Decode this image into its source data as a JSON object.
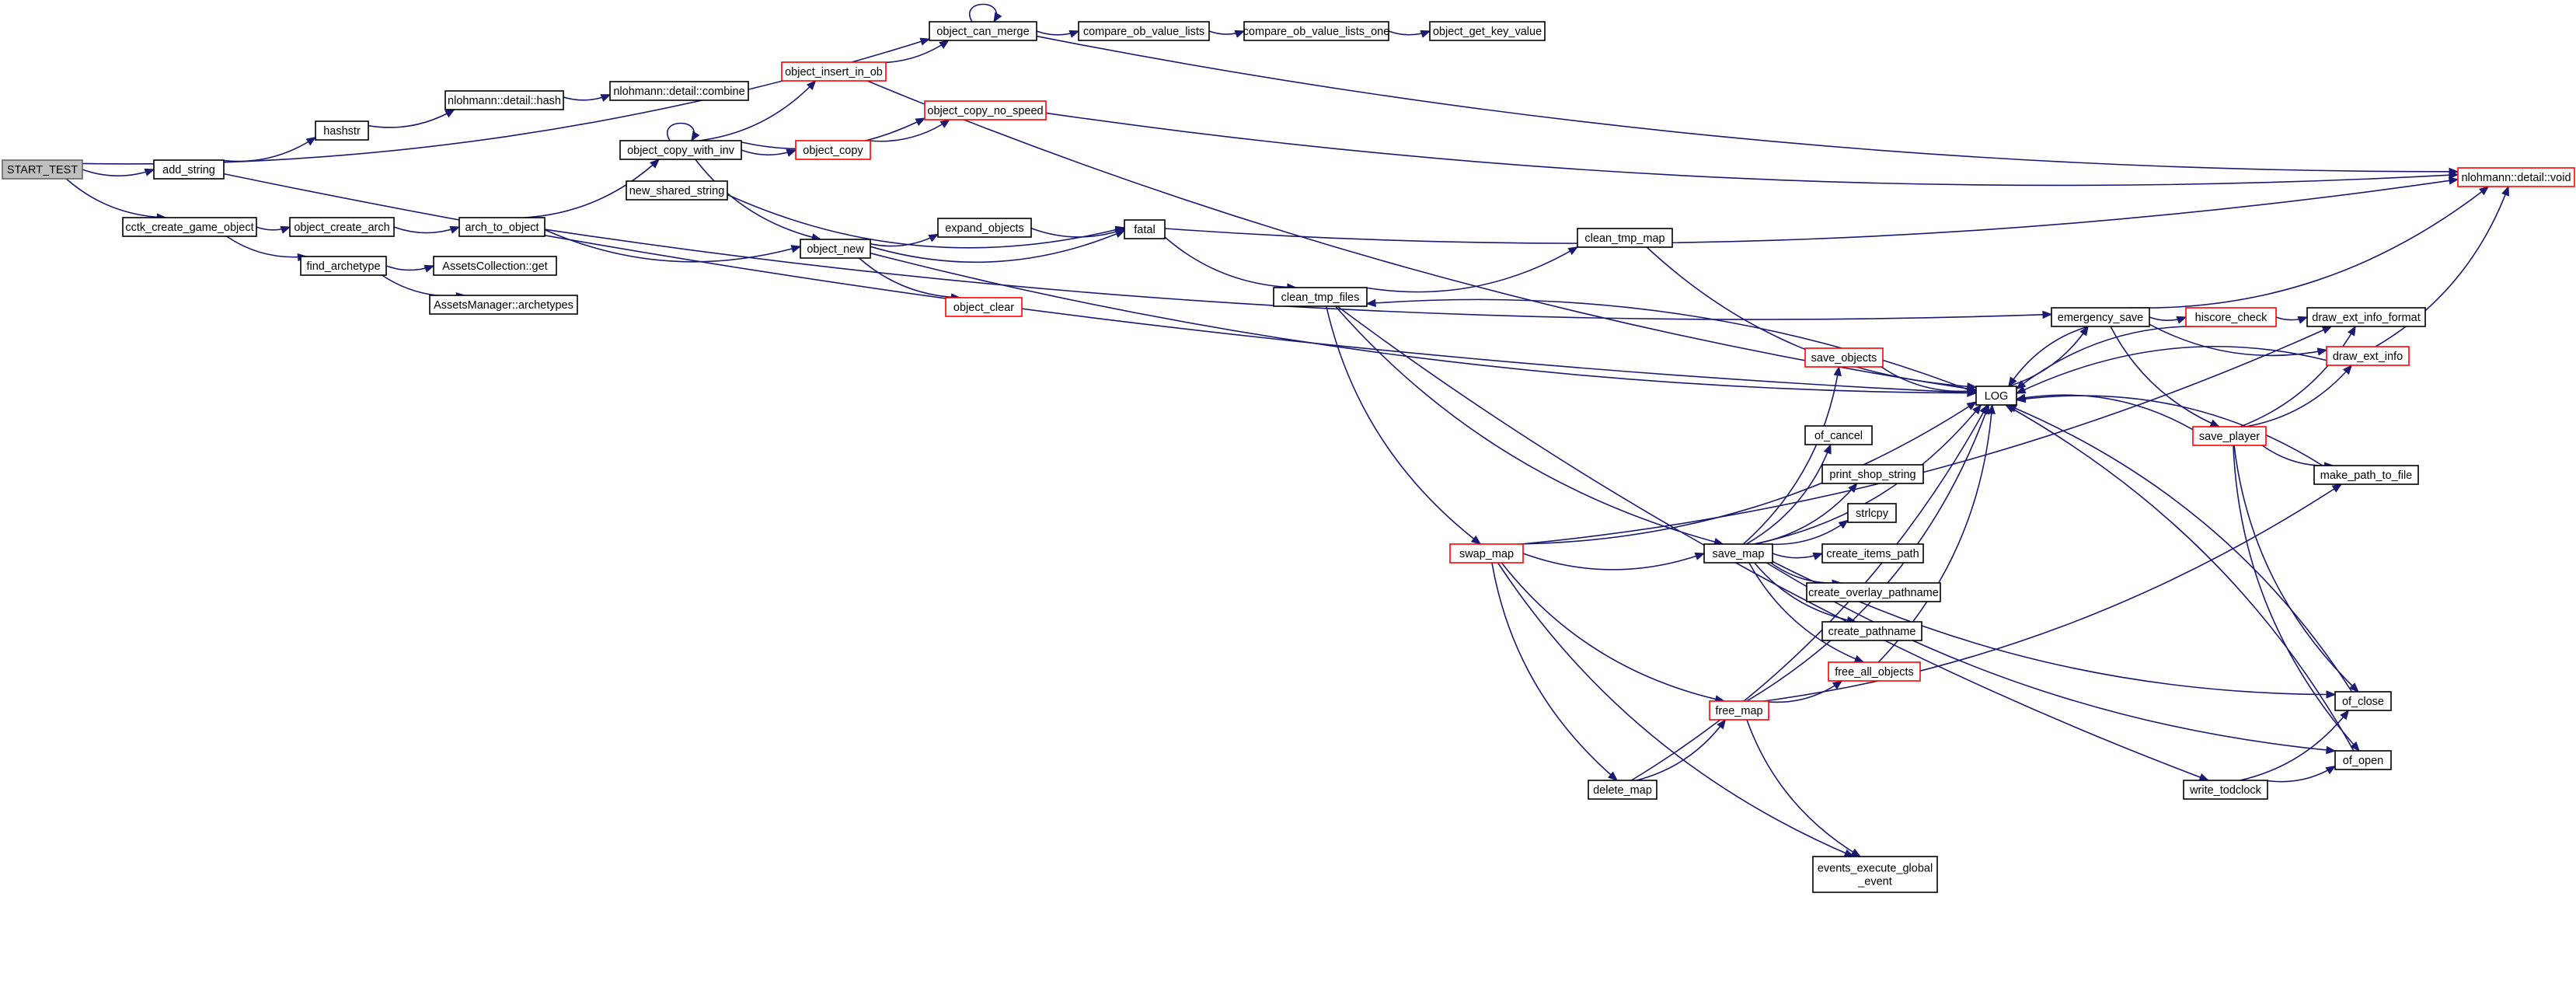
{
  "colors": {
    "edge": "#191970",
    "node_border": "#000000",
    "node_border_truncated": "#ff0000",
    "node_fill": "#ffffff",
    "root_fill": "#bfbfbf",
    "root_border": "#666666"
  },
  "graph": {
    "root": "start_test",
    "nodes": [
      {
        "id": "start_test",
        "label": "START_TEST",
        "style": "root"
      },
      {
        "id": "add_string",
        "label": "add_string",
        "style": "normal"
      },
      {
        "id": "cctk_create_game_object",
        "label": "cctk_create_game_object",
        "style": "normal"
      },
      {
        "id": "hashstr",
        "label": "hashstr",
        "style": "normal"
      },
      {
        "id": "nlohmann_detail_hash",
        "label": "nlohmann::detail::hash",
        "style": "normal"
      },
      {
        "id": "nlohmann_detail_combine",
        "label": "nlohmann::detail::combine",
        "style": "normal"
      },
      {
        "id": "object_create_arch",
        "label": "object_create_arch",
        "style": "normal"
      },
      {
        "id": "find_archetype",
        "label": "find_archetype",
        "style": "normal"
      },
      {
        "id": "assetscollection_get",
        "label": "AssetsCollection::get",
        "style": "normal"
      },
      {
        "id": "assetsmanager_archetypes",
        "label": "AssetsManager::archetypes",
        "style": "normal"
      },
      {
        "id": "arch_to_object",
        "label": "arch_to_object",
        "style": "normal"
      },
      {
        "id": "object_copy_with_inv",
        "label": "object_copy_with_inv",
        "style": "normal"
      },
      {
        "id": "new_shared_string",
        "label": "new_shared_string",
        "style": "normal"
      },
      {
        "id": "object_insert_in_ob",
        "label": "object_insert_in_ob",
        "style": "truncated"
      },
      {
        "id": "object_can_merge",
        "label": "object_can_merge",
        "style": "normal"
      },
      {
        "id": "compare_ob_value_lists",
        "label": "compare_ob_value_lists",
        "style": "normal"
      },
      {
        "id": "compare_ob_value_lists_one",
        "label": "compare_ob_value_lists_one",
        "style": "normal"
      },
      {
        "id": "object_get_key_value",
        "label": "object_get_key_value",
        "style": "normal"
      },
      {
        "id": "object_copy_no_speed",
        "label": "object_copy_no_speed",
        "style": "truncated"
      },
      {
        "id": "object_copy",
        "label": "object_copy",
        "style": "truncated"
      },
      {
        "id": "object_new",
        "label": "object_new",
        "style": "normal"
      },
      {
        "id": "expand_objects",
        "label": "expand_objects",
        "style": "normal"
      },
      {
        "id": "object_clear",
        "label": "object_clear",
        "style": "truncated"
      },
      {
        "id": "fatal",
        "label": "fatal",
        "style": "normal"
      },
      {
        "id": "clean_tmp_files",
        "label": "clean_tmp_files",
        "style": "normal"
      },
      {
        "id": "clean_tmp_map",
        "label": "clean_tmp_map",
        "style": "normal"
      },
      {
        "id": "swap_map",
        "label": "swap_map",
        "style": "truncated"
      },
      {
        "id": "save_map",
        "label": "save_map",
        "style": "normal"
      },
      {
        "id": "save_objects",
        "label": "save_objects",
        "style": "truncated"
      },
      {
        "id": "of_cancel",
        "label": "of_cancel",
        "style": "normal"
      },
      {
        "id": "print_shop_string",
        "label": "print_shop_string",
        "style": "normal"
      },
      {
        "id": "strlcpy",
        "label": "strlcpy",
        "style": "normal"
      },
      {
        "id": "create_items_path",
        "label": "create_items_path",
        "style": "normal"
      },
      {
        "id": "create_overlay_pathname",
        "label": "create_overlay_pathname",
        "style": "normal"
      },
      {
        "id": "create_pathname",
        "label": "create_pathname",
        "style": "normal"
      },
      {
        "id": "free_all_objects",
        "label": "free_all_objects",
        "style": "truncated"
      },
      {
        "id": "free_map",
        "label": "free_map",
        "style": "truncated"
      },
      {
        "id": "delete_map",
        "label": "delete_map",
        "style": "normal"
      },
      {
        "id": "events_execute_global_event",
        "label": "events_execute_global\n_event",
        "style": "normal"
      },
      {
        "id": "log",
        "label": "LOG",
        "style": "normal"
      },
      {
        "id": "emergency_save",
        "label": "emergency_save",
        "style": "normal"
      },
      {
        "id": "hiscore_check",
        "label": "hiscore_check",
        "style": "truncated"
      },
      {
        "id": "draw_ext_info_format",
        "label": "draw_ext_info_format",
        "style": "normal"
      },
      {
        "id": "draw_ext_info",
        "label": "draw_ext_info",
        "style": "truncated"
      },
      {
        "id": "nlohmann_detail_void",
        "label": "nlohmann::detail::void",
        "style": "truncated"
      },
      {
        "id": "save_player",
        "label": "save_player",
        "style": "truncated"
      },
      {
        "id": "make_path_to_file",
        "label": "make_path_to_file",
        "style": "normal"
      },
      {
        "id": "of_close",
        "label": "of_close",
        "style": "normal"
      },
      {
        "id": "of_open",
        "label": "of_open",
        "style": "normal"
      },
      {
        "id": "write_todclock",
        "label": "write_todclock",
        "style": "normal"
      }
    ],
    "edges": [
      [
        "start_test",
        "add_string"
      ],
      [
        "start_test",
        "cctk_create_game_object"
      ],
      [
        "start_test",
        "object_can_merge"
      ],
      [
        "add_string",
        "hashstr"
      ],
      [
        "add_string",
        "log"
      ],
      [
        "hashstr",
        "nlohmann_detail_hash"
      ],
      [
        "nlohmann_detail_hash",
        "nlohmann_detail_combine"
      ],
      [
        "cctk_create_game_object",
        "object_create_arch"
      ],
      [
        "cctk_create_game_object",
        "find_archetype"
      ],
      [
        "object_create_arch",
        "arch_to_object"
      ],
      [
        "find_archetype",
        "assetscollection_get"
      ],
      [
        "find_archetype",
        "assetsmanager_archetypes"
      ],
      [
        "arch_to_object",
        "object_copy_with_inv"
      ],
      [
        "arch_to_object",
        "object_new"
      ],
      [
        "arch_to_object",
        "emergency_save"
      ],
      [
        "object_copy_with_inv",
        "object_copy_with_inv"
      ],
      [
        "object_copy_with_inv",
        "object_insert_in_ob"
      ],
      [
        "object_copy_with_inv",
        "object_copy_no_speed"
      ],
      [
        "object_copy_with_inv",
        "object_copy"
      ],
      [
        "object_copy_with_inv",
        "object_new"
      ],
      [
        "object_insert_in_ob",
        "object_can_merge"
      ],
      [
        "object_insert_in_ob",
        "log"
      ],
      [
        "object_can_merge",
        "object_can_merge"
      ],
      [
        "object_can_merge",
        "compare_ob_value_lists"
      ],
      [
        "object_can_merge",
        "nlohmann_detail_void"
      ],
      [
        "compare_ob_value_lists",
        "compare_ob_value_lists_one"
      ],
      [
        "compare_ob_value_lists_one",
        "object_get_key_value"
      ],
      [
        "object_copy",
        "object_copy_no_speed"
      ],
      [
        "object_copy_no_speed",
        "nlohmann_detail_void"
      ],
      [
        "new_shared_string",
        "fatal"
      ],
      [
        "object_new",
        "expand_objects"
      ],
      [
        "object_new",
        "fatal"
      ],
      [
        "object_new",
        "object_clear"
      ],
      [
        "object_new",
        "log"
      ],
      [
        "expand_objects",
        "fatal"
      ],
      [
        "fatal",
        "clean_tmp_files"
      ],
      [
        "fatal",
        "nlohmann_detail_void"
      ],
      [
        "clean_tmp_files",
        "clean_tmp_map"
      ],
      [
        "clean_tmp_files",
        "swap_map"
      ],
      [
        "clean_tmp_files",
        "save_map"
      ],
      [
        "clean_tmp_files",
        "write_todclock"
      ],
      [
        "clean_tmp_map",
        "log"
      ],
      [
        "swap_map",
        "save_map"
      ],
      [
        "swap_map",
        "free_map"
      ],
      [
        "swap_map",
        "delete_map"
      ],
      [
        "swap_map",
        "events_execute_global_event"
      ],
      [
        "swap_map",
        "log"
      ],
      [
        "swap_map",
        "draw_ext_info_format"
      ],
      [
        "save_map",
        "save_objects"
      ],
      [
        "save_map",
        "of_cancel"
      ],
      [
        "save_map",
        "print_shop_string"
      ],
      [
        "save_map",
        "strlcpy"
      ],
      [
        "save_map",
        "create_items_path"
      ],
      [
        "save_map",
        "create_overlay_pathname"
      ],
      [
        "save_map",
        "create_pathname"
      ],
      [
        "save_map",
        "free_all_objects"
      ],
      [
        "save_map",
        "log"
      ],
      [
        "save_map",
        "of_close"
      ],
      [
        "save_map",
        "of_open"
      ],
      [
        "save_objects",
        "log"
      ],
      [
        "free_all_objects",
        "log"
      ],
      [
        "free_map",
        "free_all_objects"
      ],
      [
        "free_map",
        "events_execute_global_event"
      ],
      [
        "free_map",
        "log"
      ],
      [
        "free_map",
        "make_path_to_file"
      ],
      [
        "delete_map",
        "free_map"
      ],
      [
        "delete_map",
        "log"
      ],
      [
        "log",
        "emergency_save"
      ],
      [
        "log",
        "clean_tmp_files"
      ],
      [
        "emergency_save",
        "log"
      ],
      [
        "emergency_save",
        "hiscore_check"
      ],
      [
        "emergency_save",
        "draw_ext_info"
      ],
      [
        "emergency_save",
        "nlohmann_detail_void"
      ],
      [
        "emergency_save",
        "save_player"
      ],
      [
        "hiscore_check",
        "draw_ext_info_format"
      ],
      [
        "hiscore_check",
        "log"
      ],
      [
        "draw_ext_info",
        "log"
      ],
      [
        "draw_ext_info",
        "nlohmann_detail_void"
      ],
      [
        "save_player",
        "draw_ext_info_format"
      ],
      [
        "save_player",
        "draw_ext_info"
      ],
      [
        "save_player",
        "log"
      ],
      [
        "save_player",
        "make_path_to_file"
      ],
      [
        "save_player",
        "of_close"
      ],
      [
        "save_player",
        "of_open"
      ],
      [
        "make_path_to_file",
        "log"
      ],
      [
        "of_close",
        "log"
      ],
      [
        "of_open",
        "log"
      ],
      [
        "write_todclock",
        "of_close"
      ],
      [
        "write_todclock",
        "of_open"
      ]
    ]
  }
}
